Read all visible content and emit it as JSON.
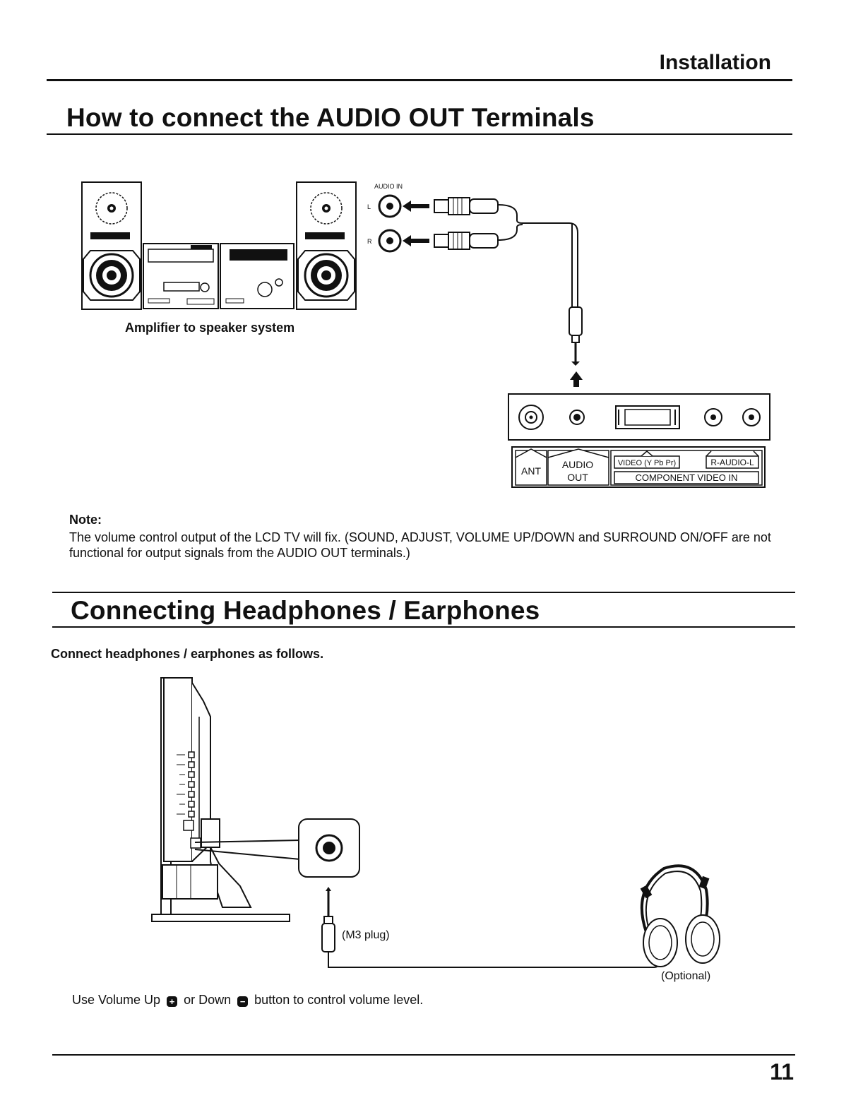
{
  "header": {
    "section": "Installation"
  },
  "section1": {
    "title": "How to connect the AUDIO OUT Terminals",
    "diagram": {
      "amp_caption": "Amplifier to speaker system",
      "audio_in_label": "AUDIO IN",
      "l_label": "L",
      "r_label": "R",
      "terminal_labels": {
        "ant": "ANT",
        "audio": "AUDIO",
        "out": "OUT",
        "video": "VIDEO (Y Pb Pr)",
        "raudio": "R-AUDIO-L",
        "component": "COMPONENT VIDEO IN"
      }
    },
    "note_title": "Note:",
    "note_text": "The volume control output of the LCD TV will fix. (SOUND, ADJUST, VOLUME UP/DOWN and SURROUND ON/OFF are not functional for output signals from the AUDIO OUT terminals.)"
  },
  "section2": {
    "title": "Connecting Headphones / Earphones",
    "lead": "Connect headphones / earphones as follows.",
    "plug_label": "(M3 plug)",
    "optional_label": "(Optional)",
    "instruction": {
      "before": "Use Volume Up",
      "up_glyph": "+",
      "middle": "or Down",
      "down_glyph": "−",
      "after": "button to control volume level."
    }
  },
  "footer": {
    "page_number": "11"
  }
}
